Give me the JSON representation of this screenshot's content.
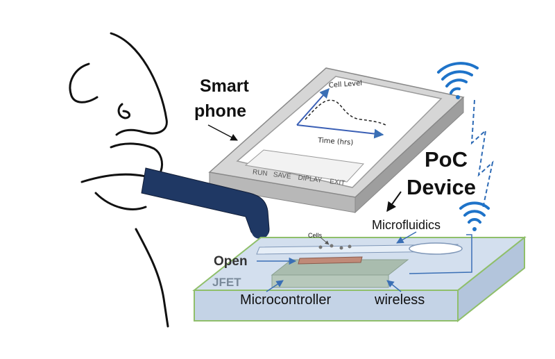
{
  "labels": {
    "smartphone_line1": "Smart",
    "smartphone_line2": "phone",
    "poc_line1": "PoC",
    "poc_line2": "Device",
    "microfluidics": "Microfluidics",
    "cells": "Cells",
    "open": "Open",
    "jfet": "JFET",
    "microcontroller": "Microcontroller",
    "wireless": "wireless"
  },
  "phone_screen": {
    "y_label": "Cell Level",
    "x_label": "Time (hrs)",
    "buttons": [
      "RUN",
      "SAVE",
      "DIPLAY",
      "EXIT"
    ]
  },
  "colors": {
    "tube": "#1f3864",
    "wifi": "#1e73c9",
    "signal": "#2d6ab5",
    "board_fill": "#c9d7e8",
    "board_edge": "#8fbf6a",
    "arrow_blue": "#3a6fb5"
  }
}
